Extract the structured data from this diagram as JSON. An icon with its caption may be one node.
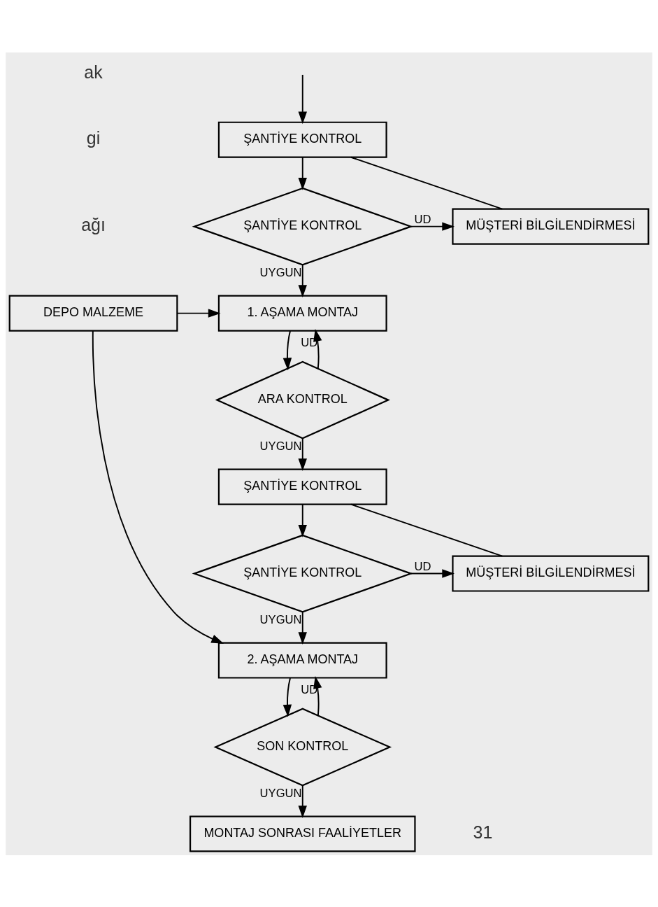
{
  "diagram": {
    "nodes": [
      {
        "text": [
          "ŞANTİYE KONTROL"
        ]
      },
      {
        "text": [
          "ŞANTİYE KONTROL"
        ]
      },
      {
        "text": [
          "MÜŞTERİ BİLGİLENDİRMESİ"
        ]
      },
      {
        "text": [
          "1. AŞAMA MONTAJ"
        ]
      },
      {
        "text": [
          "ARA KONTROL"
        ]
      },
      {
        "text": [
          "ŞANTİYE KONTROL"
        ]
      },
      {
        "text": [
          "ŞANTİYE KONTROL"
        ]
      },
      {
        "text": [
          "MÜŞTERİ BİLGİLENDİRMESİ"
        ]
      },
      {
        "text": [
          "2. AŞAMA MONTAJ"
        ]
      },
      {
        "text": [
          "SON KONTROL"
        ]
      },
      {
        "text": [
          "MONTAJ SONRASI FAALİYETLER"
        ]
      },
      {
        "text": [
          "DEPO MALZEME"
        ]
      }
    ],
    "edges": [
      {
        "from": null,
        "to": 0,
        "arrow": "to"
      },
      {
        "from": 0,
        "to": 1,
        "arrow": "to"
      },
      {
        "from": 1,
        "to": 2,
        "arrow": "to",
        "label": "UD"
      },
      {
        "from": 2,
        "to": 0,
        "arrow": "none"
      },
      {
        "from": 1,
        "to": 3,
        "arrow": "to",
        "label": "UYGUN"
      },
      {
        "from": 3,
        "to": 4,
        "arrow": "to"
      },
      {
        "from": 4,
        "to": 3,
        "arrow": "to",
        "label": "UD"
      },
      {
        "from": 4,
        "to": 5,
        "arrow": "to",
        "label": "UYGUN"
      },
      {
        "from": 5,
        "to": 6,
        "arrow": "to"
      },
      {
        "from": 6,
        "to": 7,
        "arrow": "to",
        "label": "UD"
      },
      {
        "from": 7,
        "to": 5,
        "arrow": "none"
      },
      {
        "from": 6,
        "to": 8,
        "arrow": "to",
        "label": "UYGUN"
      },
      {
        "from": 8,
        "to": 9,
        "arrow": "to"
      },
      {
        "from": 9,
        "to": 8,
        "arrow": "to",
        "label": "UD"
      },
      {
        "from": 9,
        "to": 10,
        "arrow": "to",
        "label": "UYGUN"
      },
      {
        "from": 11,
        "to": 3,
        "arrow": "to"
      },
      {
        "from": 11,
        "to": 8,
        "arrow": "to"
      }
    ],
    "labels": [
      "ak",
      "gi",
      "ağı",
      "31"
    ]
  }
}
